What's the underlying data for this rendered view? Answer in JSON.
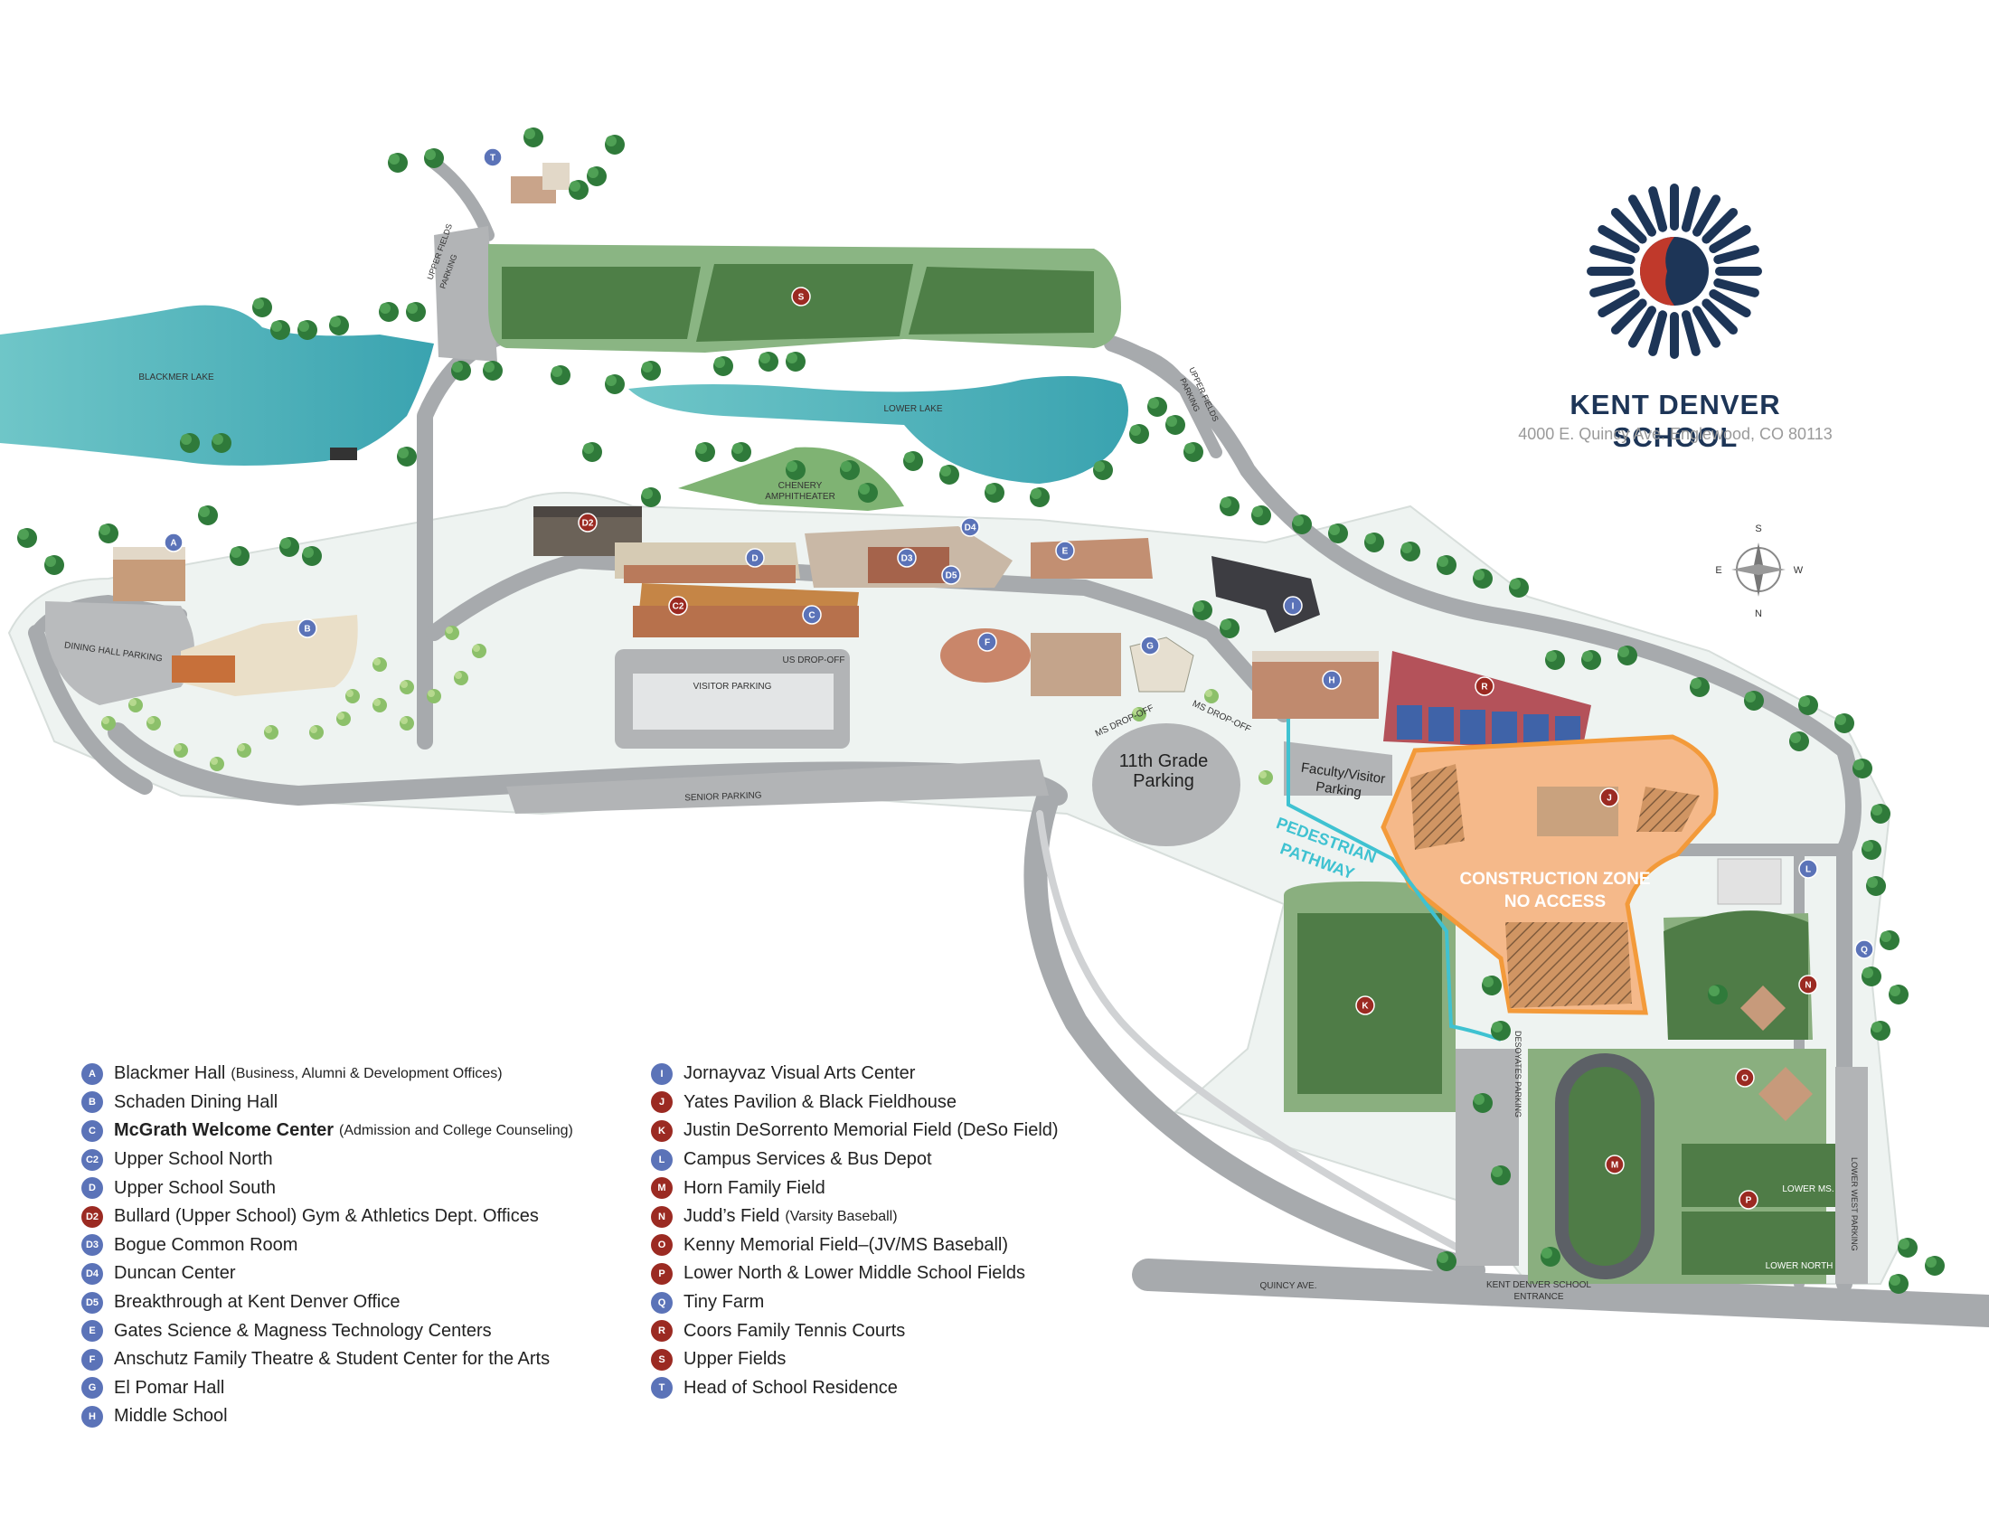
{
  "brand": {
    "name": "KENT DENVER SCHOOL",
    "address": "4000 E. Quincy Ave. Englewood, CO 80113",
    "colors": {
      "navy": "#1d3557",
      "red": "#c0392b"
    }
  },
  "compass": {
    "s": "S",
    "n": "N",
    "e": "E",
    "w": "W"
  },
  "map_labels": {
    "blackmer_lake": "BLACKMER LAKE",
    "lower_lake": "LOWER LAKE",
    "chenery": "CHENERY",
    "amphitheater": "AMPHITHEATER",
    "upper_fields_parking_1": "UPPER FIELDS",
    "upper_fields_parking_2": "PARKING",
    "upper_fields_parking_b1": "UPPER FIELDS",
    "upper_fields_parking_b2": "PARKING",
    "dining_hall_parking": "DINING HALL PARKING",
    "us_dropoff": "US DROP-OFF",
    "visitor_parking": "VISITOR PARKING",
    "senior_parking": "SENIOR PARKING",
    "ms_dropoff_1": "MS DROP-OFF",
    "ms_dropoff_2": "MS DROP-OFF",
    "grade11_1": "11th Grade",
    "grade11_2": "Parking",
    "faculty_1": "Faculty/Visitor",
    "faculty_2": "Parking",
    "pedestrian_1": "PEDESTRIAN",
    "pedestrian_2": "PATHWAY",
    "construction_1": "CONSTRUCTION ZONE",
    "construction_2": "NO ACCESS",
    "desoyates_1": "DESOYATES PARKING",
    "lower_west_parking": "LOWER WEST PARKING",
    "quincy": "QUINCY AVE.",
    "entrance_1": "KENT DENVER SCHOOL",
    "entrance_2": "ENTRANCE",
    "lower_ms": "LOWER MS.",
    "lower_north": "LOWER NORTH"
  },
  "markers": {
    "A": "A",
    "B": "B",
    "C": "C",
    "C2": "C2",
    "D": "D",
    "D2": "D2",
    "D3": "D3",
    "D4": "D4",
    "D5": "D5",
    "E": "E",
    "F": "F",
    "G": "G",
    "H": "H",
    "I": "I",
    "J": "J",
    "K": "K",
    "L": "L",
    "M": "M",
    "N": "N",
    "O": "O",
    "P": "P",
    "Q": "Q",
    "R": "R",
    "S": "S",
    "T": "T"
  },
  "legend": {
    "left": [
      {
        "code": "A",
        "color": "blue",
        "label": "Blackmer Hall",
        "note": "(Business, Alumni & Development Offices)"
      },
      {
        "code": "B",
        "color": "blue",
        "label": "Schaden Dining Hall",
        "note": ""
      },
      {
        "code": "C",
        "color": "blue",
        "label": "McGrath Welcome Center",
        "note": "(Admission and College Counseling)",
        "bold": true
      },
      {
        "code": "C2",
        "color": "blue",
        "label": "Upper School North",
        "note": ""
      },
      {
        "code": "D",
        "color": "blue",
        "label": "Upper School South",
        "note": ""
      },
      {
        "code": "D2",
        "color": "red",
        "label": "Bullard (Upper School) Gym & Athletics Dept. Offices",
        "note": ""
      },
      {
        "code": "D3",
        "color": "blue",
        "label": "Bogue Common Room",
        "note": ""
      },
      {
        "code": "D4",
        "color": "blue",
        "label": "Duncan Center",
        "note": ""
      },
      {
        "code": "D5",
        "color": "blue",
        "label": "Breakthrough at Kent Denver Office",
        "note": ""
      },
      {
        "code": "E",
        "color": "blue",
        "label": "Gates Science & Magness Technology Centers",
        "note": ""
      },
      {
        "code": "F",
        "color": "blue",
        "label": "Anschutz Family Theatre & Student Center for the Arts",
        "note": ""
      },
      {
        "code": "G",
        "color": "blue",
        "label": "El Pomar Hall",
        "note": ""
      },
      {
        "code": "H",
        "color": "blue",
        "label": "Middle School",
        "note": ""
      }
    ],
    "right": [
      {
        "code": "I",
        "color": "blue",
        "label": "Jornayvaz Visual Arts Center",
        "note": ""
      },
      {
        "code": "J",
        "color": "red",
        "label": "Yates Pavilion & Black Fieldhouse",
        "note": ""
      },
      {
        "code": "K",
        "color": "red",
        "label": "Justin DeSorrento Memorial Field (DeSo Field)",
        "note": ""
      },
      {
        "code": "L",
        "color": "blue",
        "label": "Campus Services & Bus Depot",
        "note": ""
      },
      {
        "code": "M",
        "color": "red",
        "label": "Horn Family Field",
        "note": ""
      },
      {
        "code": "N",
        "color": "red",
        "label": "Judd’s Field",
        "note": "(Varsity Baseball)"
      },
      {
        "code": "O",
        "color": "red",
        "label": "Kenny Memorial Field–(JV/MS Baseball)",
        "note": ""
      },
      {
        "code": "P",
        "color": "red",
        "label": "Lower North & Lower Middle School Fields",
        "note": ""
      },
      {
        "code": "Q",
        "color": "blue",
        "label": "Tiny Farm",
        "note": ""
      },
      {
        "code": "R",
        "color": "red",
        "label": "Coors Family Tennis Courts",
        "note": ""
      },
      {
        "code": "S",
        "color": "red",
        "label": "Upper Fields",
        "note": ""
      },
      {
        "code": "T",
        "color": "blue",
        "label": "Head of School Residence",
        "note": ""
      }
    ]
  }
}
